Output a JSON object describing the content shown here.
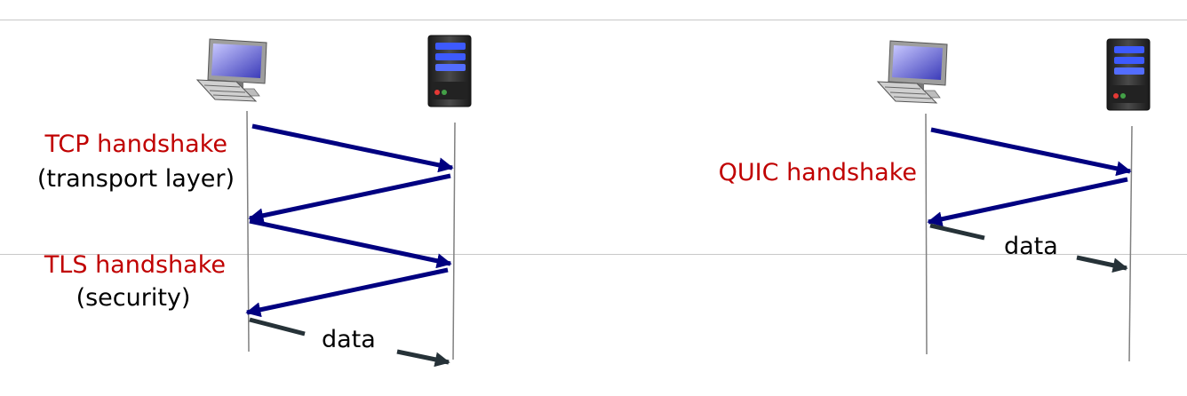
{
  "colors": {
    "handshake_arrow": "#000080",
    "data_arrow": "#263238",
    "handshake_text": "#c00000",
    "body_text": "#000000",
    "lifeline": "#808080"
  },
  "icons": {
    "client": "desktop-computer-icon",
    "server": "server-tower-icon"
  },
  "left_diagram": {
    "tcp_label": "TCP handshake",
    "tcp_sublabel": "(transport layer)",
    "tls_label": "TLS handshake",
    "tls_sublabel": "(security)",
    "data_label": "data"
  },
  "right_diagram": {
    "quic_label": "QUIC handshake",
    "data_label": "data"
  }
}
